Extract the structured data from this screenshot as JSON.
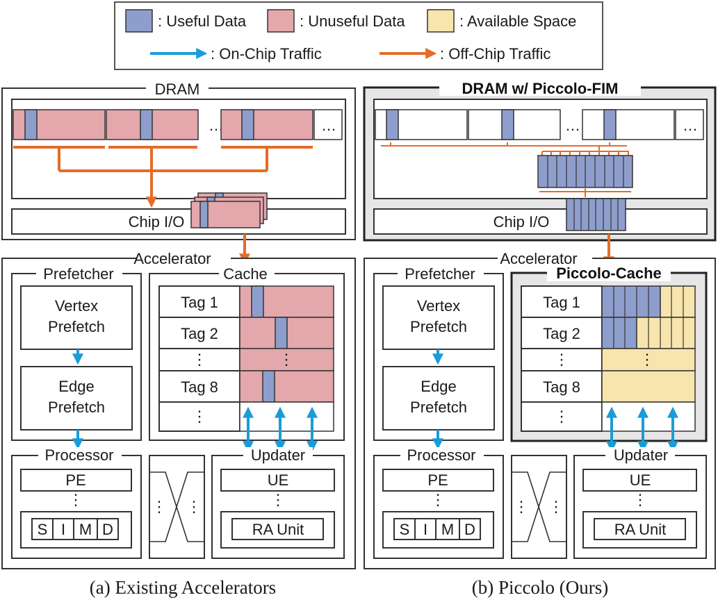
{
  "colors": {
    "useful": "#8E9ECC",
    "unuseful": "#E3A7AC",
    "available": "#F7E5AD",
    "on_chip": "#1A9CD8",
    "off_chip": "#E46C28"
  },
  "legend": {
    "useful": ": Useful Data",
    "unuseful": ": Unuseful Data",
    "available": ": Available Space",
    "on_chip": ": On-Chip Traffic",
    "off_chip": ": Off-Chip Traffic"
  },
  "panel_a": {
    "dram": "DRAM",
    "chip_io": "Chip I/O",
    "accelerator": "Accelerator",
    "prefetcher": "Prefetcher",
    "vertex_prefetch_1": "Vertex",
    "vertex_prefetch_2": "Prefetch",
    "edge_prefetch_1": "Edge",
    "edge_prefetch_2": "Prefetch",
    "cache": "Cache",
    "tags": [
      "Tag 1",
      "Tag 2",
      "⋮",
      "Tag 8",
      "⋮"
    ],
    "processor": "Processor",
    "pe": "PE",
    "simd": [
      "S",
      "I",
      "M",
      "D"
    ],
    "updater": "Updater",
    "ue": "UE",
    "ra_unit": "RA Unit",
    "caption": "(a) Existing Accelerators"
  },
  "panel_b": {
    "dram": "DRAM w/ Piccolo-FIM",
    "chip_io": "Chip I/O",
    "accelerator": "Accelerator",
    "prefetcher": "Prefetcher",
    "vertex_prefetch_1": "Vertex",
    "vertex_prefetch_2": "Prefetch",
    "edge_prefetch_1": "Edge",
    "edge_prefetch_2": "Prefetch",
    "cache": "Piccolo-Cache",
    "tags": [
      "Tag 1",
      "Tag 2",
      "⋮",
      "Tag 8",
      "⋮"
    ],
    "processor": "Processor",
    "pe": "PE",
    "simd": [
      "S",
      "I",
      "M",
      "D"
    ],
    "updater": "Updater",
    "ue": "UE",
    "ra_unit": "RA Unit",
    "caption": "(b) Piccolo (Ours)"
  },
  "ellipsis": "…",
  "vdots": "⋮"
}
